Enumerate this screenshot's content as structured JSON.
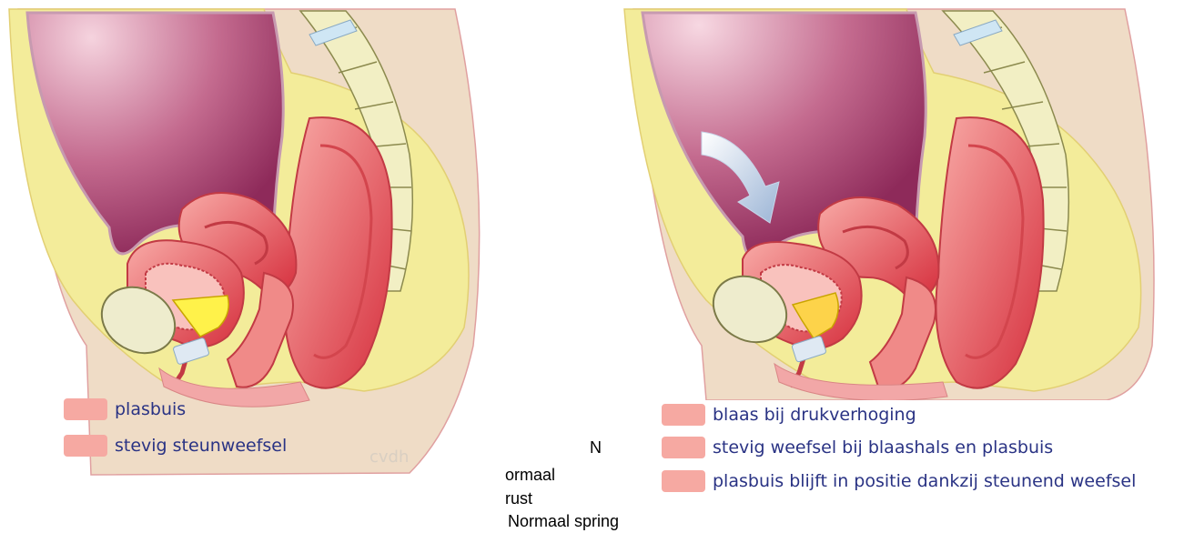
{
  "left_panel": {
    "legend": [
      "plasbuis",
      "stevig steunweefsel"
    ],
    "credit": "cvdh"
  },
  "right_panel": {
    "legend": [
      "blaas bij drukverhoging",
      "stevig weefsel bij blaashals en plasbuis",
      "plasbuis blijft in positie dankzij steunend weefsel"
    ],
    "arrow": "pressure-arrow"
  },
  "captions": {
    "fragment_n": "N",
    "line1": "ormaal",
    "line2": "rust",
    "line3": "Normaal spring"
  },
  "colors": {
    "skin": "#efdcc6",
    "fat": "#f3ec9a",
    "abdomen": "#a23d6a",
    "organ": "#e24d54",
    "organ_light": "#f7a3a0",
    "legend_text": "#2a3384",
    "swatch": "#f6a9a2"
  }
}
